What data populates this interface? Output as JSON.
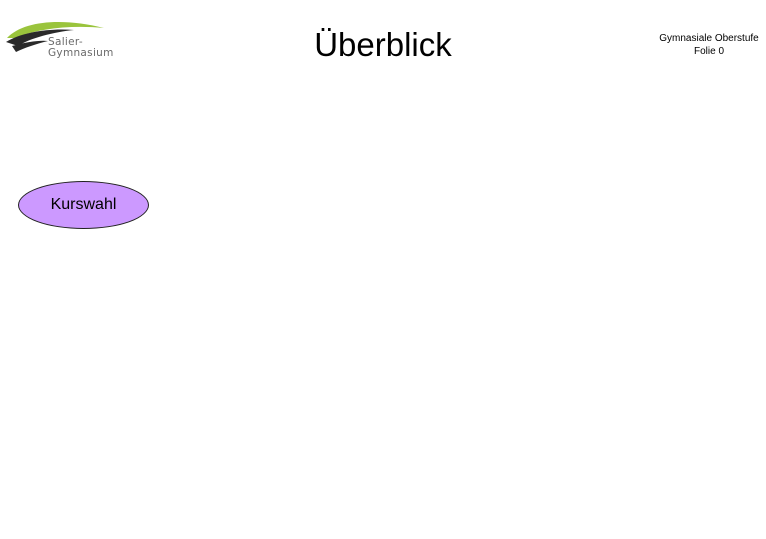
{
  "logo": {
    "icon": "school-logo-swoosh-icon",
    "line1": "Salier-",
    "line2": "Gymnasium",
    "colors": {
      "green": "#9ac43c",
      "dark": "#2a2a2a",
      "text": "#6a6a6a"
    }
  },
  "slide": {
    "title": "Überblick",
    "section": "Gymnasiale Oberstufe",
    "slide_number": "Folie 0"
  },
  "nodes": [
    {
      "label": "Kurswahl",
      "fill": "#cc99ff"
    }
  ]
}
